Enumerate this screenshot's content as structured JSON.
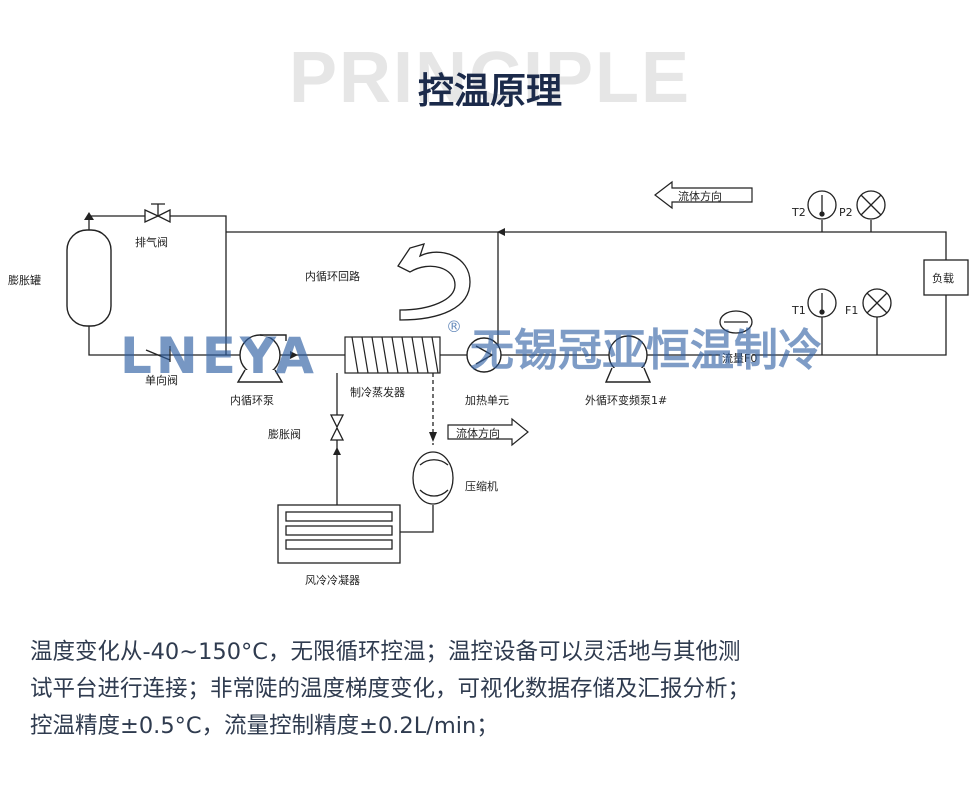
{
  "header": {
    "bg_word": "PRINCIPLE",
    "title": "控温原理"
  },
  "diagram": {
    "labels": {
      "expansion_tank": "膨胀罐",
      "vent_valve": "排气阀",
      "check_valve": "单向阀",
      "inner_pump": "内循环泵",
      "inner_loop": "内循环回路",
      "evaporator": "制冷蒸发器",
      "heater": "加热单元",
      "outer_pump": "外循环变频泵1#",
      "flow_meter": "流量F0",
      "expansion_valve": "膨胀阀",
      "flow_dir_top": "流体方向",
      "flow_dir_mid": "流体方向",
      "compressor": "压缩机",
      "condenser": "风冷冷凝器",
      "load": "负载",
      "t2": "T2",
      "p2": "P2",
      "t1": "T1",
      "f1": "F1"
    },
    "watermark": {
      "logo": "LNEYA",
      "registered": "®",
      "company": "无锡冠亚恒温制冷"
    }
  },
  "description": {
    "line1": "温度变化从-40~150°C，无限循环控温；温控设备可以灵活地与其他测",
    "line2": "试平台进行连接；非常陡的温度梯度变化，可视化数据存储及汇报分析；",
    "line3": "控温精度±0.5°C，流量控制精度±0.2L/min；"
  },
  "colors": {
    "title": "#1b2a4a",
    "watermark": "#2e5fa3",
    "text": "#2f3b4f"
  }
}
